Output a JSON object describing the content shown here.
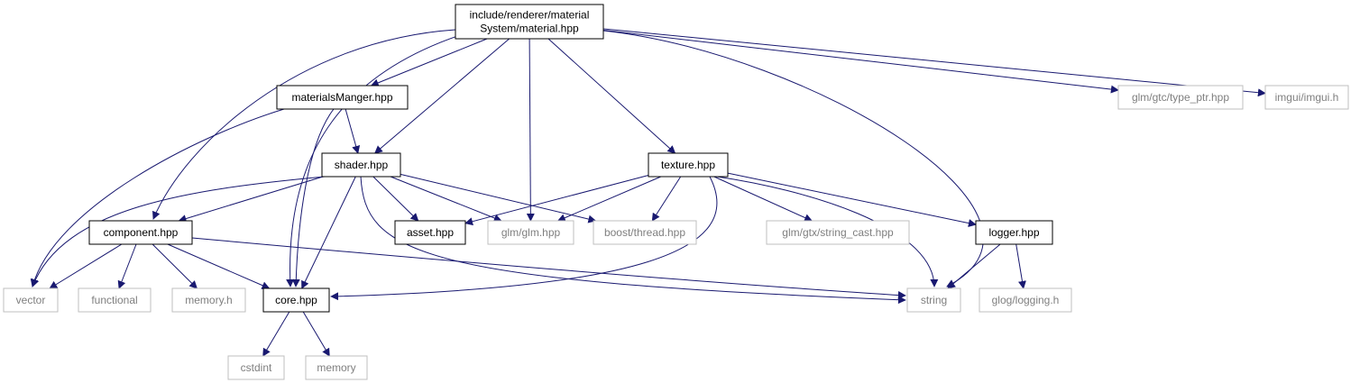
{
  "colors": {
    "edge": "#191970",
    "root_fill": "#bfbfbf",
    "node_border": "#000000",
    "external_border": "#bfbfbf",
    "external_text": "#7f7f7f",
    "text": "#000000"
  },
  "nodes": [
    {
      "id": "root",
      "lines": [
        "include/renderer/material",
        "System/material.hpp"
      ],
      "kind": "root"
    },
    {
      "id": "materialsManger",
      "lines": [
        "materialsManger.hpp"
      ],
      "kind": "local"
    },
    {
      "id": "shader",
      "lines": [
        "shader.hpp"
      ],
      "kind": "local"
    },
    {
      "id": "texture",
      "lines": [
        "texture.hpp"
      ],
      "kind": "local"
    },
    {
      "id": "component",
      "lines": [
        "component.hpp"
      ],
      "kind": "local"
    },
    {
      "id": "asset",
      "lines": [
        "asset.hpp"
      ],
      "kind": "local"
    },
    {
      "id": "logger",
      "lines": [
        "logger.hpp"
      ],
      "kind": "local"
    },
    {
      "id": "core",
      "lines": [
        "core.hpp"
      ],
      "kind": "local"
    },
    {
      "id": "type_ptr",
      "lines": [
        "glm/gtc/type_ptr.hpp"
      ],
      "kind": "external"
    },
    {
      "id": "imgui",
      "lines": [
        "imgui/imgui.h"
      ],
      "kind": "external"
    },
    {
      "id": "glm",
      "lines": [
        "glm/glm.hpp"
      ],
      "kind": "external"
    },
    {
      "id": "boost_thread",
      "lines": [
        "boost/thread.hpp"
      ],
      "kind": "external"
    },
    {
      "id": "string_cast",
      "lines": [
        "glm/gtx/string_cast.hpp"
      ],
      "kind": "external"
    },
    {
      "id": "vector",
      "lines": [
        "vector"
      ],
      "kind": "external"
    },
    {
      "id": "functional",
      "lines": [
        "functional"
      ],
      "kind": "external"
    },
    {
      "id": "memory_h",
      "lines": [
        "memory.h"
      ],
      "kind": "external"
    },
    {
      "id": "string",
      "lines": [
        "string"
      ],
      "kind": "external"
    },
    {
      "id": "glog",
      "lines": [
        "glog/logging.h"
      ],
      "kind": "external"
    },
    {
      "id": "cstdint",
      "lines": [
        "cstdint"
      ],
      "kind": "external"
    },
    {
      "id": "memory",
      "lines": [
        "memory"
      ],
      "kind": "external"
    }
  ],
  "edges": [
    {
      "from": "root",
      "to": "materialsManger"
    },
    {
      "from": "root",
      "to": "shader"
    },
    {
      "from": "root",
      "to": "glm"
    },
    {
      "from": "root",
      "to": "texture"
    },
    {
      "from": "root",
      "to": "component"
    },
    {
      "from": "root",
      "to": "core"
    },
    {
      "from": "root",
      "to": "string"
    },
    {
      "from": "root",
      "to": "type_ptr"
    },
    {
      "from": "root",
      "to": "imgui"
    },
    {
      "from": "materialsManger",
      "to": "shader"
    },
    {
      "from": "materialsManger",
      "to": "vector"
    },
    {
      "from": "materialsManger",
      "to": "core"
    },
    {
      "from": "shader",
      "to": "component"
    },
    {
      "from": "shader",
      "to": "vector"
    },
    {
      "from": "shader",
      "to": "asset"
    },
    {
      "from": "shader",
      "to": "glm"
    },
    {
      "from": "shader",
      "to": "boost_thread"
    },
    {
      "from": "shader",
      "to": "core"
    },
    {
      "from": "shader",
      "to": "string"
    },
    {
      "from": "texture",
      "to": "asset"
    },
    {
      "from": "texture",
      "to": "glm"
    },
    {
      "from": "texture",
      "to": "boost_thread"
    },
    {
      "from": "texture",
      "to": "string_cast"
    },
    {
      "from": "texture",
      "to": "logger"
    },
    {
      "from": "texture",
      "to": "core"
    },
    {
      "from": "texture",
      "to": "string"
    },
    {
      "from": "component",
      "to": "vector"
    },
    {
      "from": "component",
      "to": "functional"
    },
    {
      "from": "component",
      "to": "memory_h"
    },
    {
      "from": "component",
      "to": "core"
    },
    {
      "from": "component",
      "to": "string"
    },
    {
      "from": "logger",
      "to": "string"
    },
    {
      "from": "logger",
      "to": "glog"
    },
    {
      "from": "core",
      "to": "cstdint"
    },
    {
      "from": "core",
      "to": "memory"
    }
  ]
}
